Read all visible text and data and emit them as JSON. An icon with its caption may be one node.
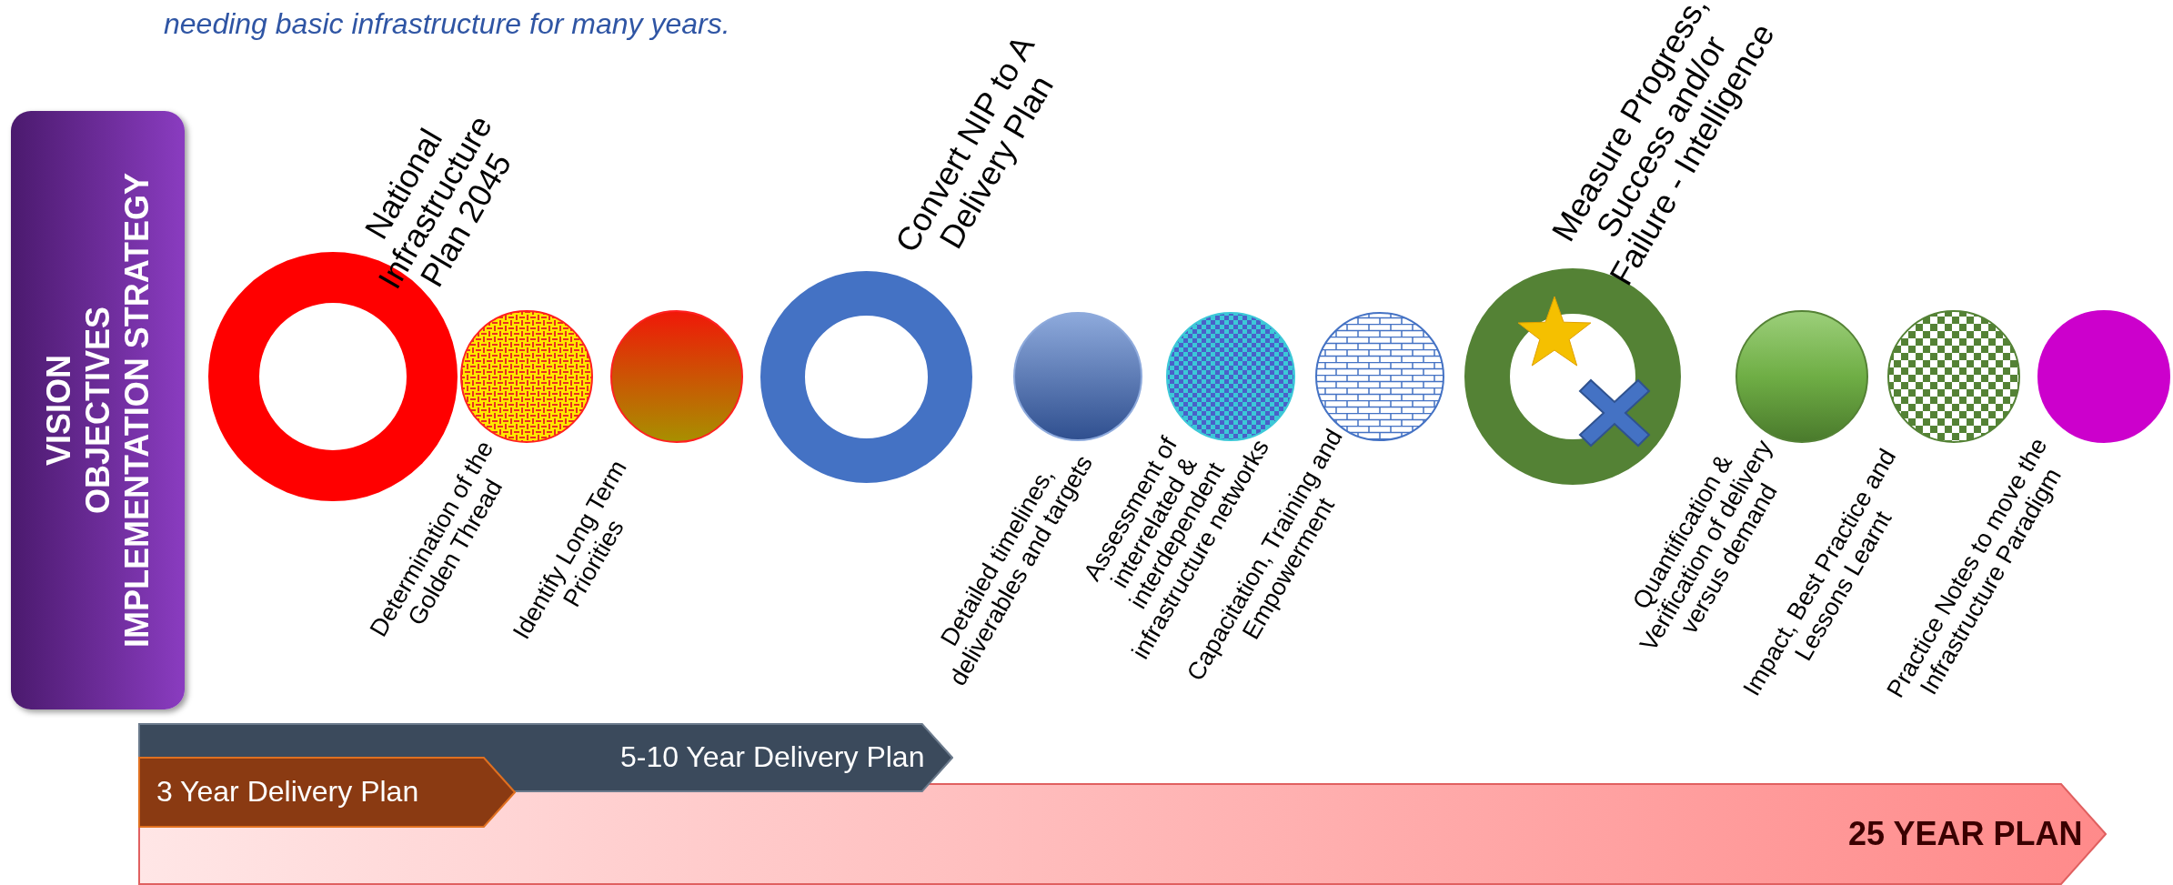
{
  "diagram": {
    "nodes": [
      {
        "text": [
          "VISION",
          "OBJECTIVES",
          "IMPLEMENTATION STRATEGY"
        ]
      },
      {
        "text": [
          "National Infrastructure Plan 2045"
        ]
      },
      {
        "text": [
          "Determination of the Golden Thread"
        ]
      },
      {
        "text": [
          "Identify Long Term Priorities"
        ]
      },
      {
        "text": [
          "Convert NIP to A Delivery Plan"
        ]
      },
      {
        "text": [
          "Detailed timelines, deliverables and targets"
        ]
      },
      {
        "text": [
          "Assessment of interrelated & interdependent infrastructure networks"
        ]
      },
      {
        "text": [
          "Capacitation, Training and Empowerment"
        ]
      },
      {
        "text": [
          "Measure Progress, Success and/or Failure - Intelligence"
        ]
      },
      {
        "text": [
          "Quantification & Verification of delivery versus demand"
        ]
      },
      {
        "text": [
          "Impact,  Best Practice and Lessons Learnt"
        ]
      },
      {
        "text": [
          "Practice Notes to move the Infrastructure Paradigm"
        ]
      },
      {
        "text": [
          "5-10 Year Delivery Plan"
        ]
      },
      {
        "text": [
          "3 Year Delivery Plan"
        ]
      },
      {
        "text": [
          "25 YEAR PLAN"
        ]
      }
    ],
    "labels": [
      "needing basic infrastructure for many years."
    ]
  }
}
